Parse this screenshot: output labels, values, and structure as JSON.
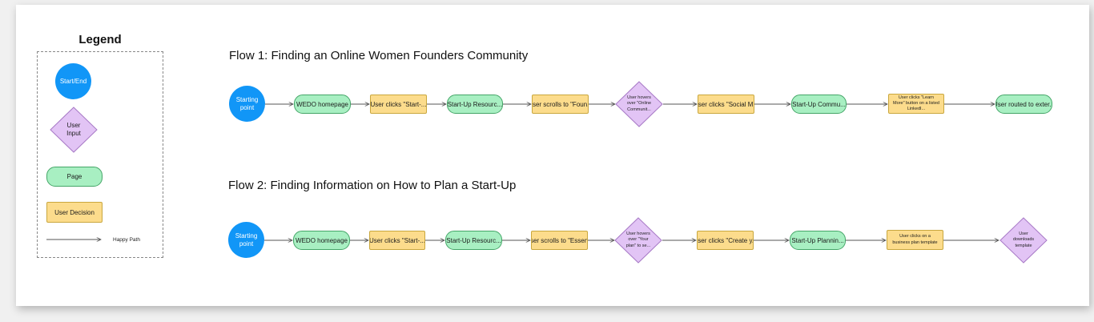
{
  "legend": {
    "title": "Legend",
    "start_end": "Start/End",
    "user_input": "User Input",
    "page": "Page",
    "user_decision": "User Decision",
    "happy_path": "Happy Path"
  },
  "flow1": {
    "title": "Flow 1: Finding an Online Women Founders Community",
    "start": "Starting point",
    "n1": "WEDO homepage",
    "n2": "User clicks \"Start-...",
    "n3": "Start-Up Resourc...",
    "n4": "User scrolls to \"Foun...",
    "n5": "User hovers over \"Online Communit...",
    "n6": "User clicks \"Social M...",
    "n7": "Start-Up Commu...",
    "n8": "User clicks \"Learn More\" button on a listed LinkedI...",
    "n9": "User routed to exter..."
  },
  "flow2": {
    "title": "Flow 2: Finding Information on How to Plan a Start-Up",
    "start": "Starting point",
    "n1": "WEDO homepage",
    "n2": "User clicks \"Start-...",
    "n3": "Start-Up Resourc...",
    "n4": "User scrolls to \"Essen...",
    "n5": "User hovers over \"Your plan\" to se...",
    "n6": "User clicks \"Create y...",
    "n7": "Start-Up Plannin...",
    "n8": "User clicks on a business plan template",
    "n9": "User downloads template"
  },
  "colors": {
    "start_end": "#1196f7",
    "user_input": "#e2c4f5",
    "page": "#a8efc2",
    "user_decision": "#fcdc8c",
    "arrow": "#555555"
  }
}
